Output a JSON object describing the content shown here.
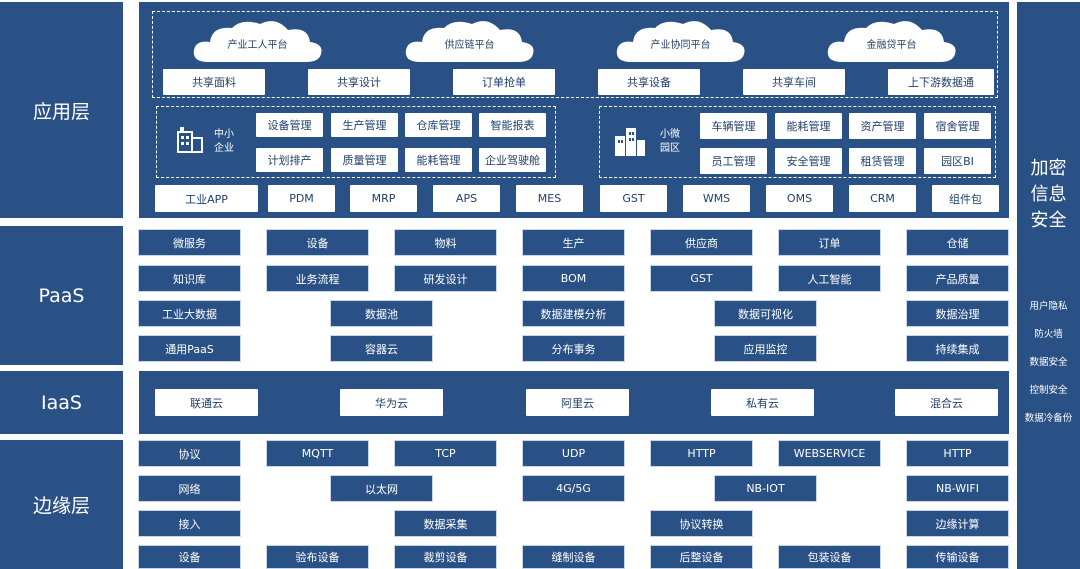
{
  "layers": {
    "app": "应用层",
    "paas": "PaaS",
    "iaas": "IaaS",
    "edge": "边缘层"
  },
  "platforms": [
    "产业工人平台",
    "供应链平台",
    "产业协同平台",
    "金融贷平台"
  ],
  "shared_services": [
    "共享面料",
    "共享设计",
    "订单抢单",
    "共享设备",
    "共享车间",
    "上下游数据通"
  ],
  "sme": {
    "label": "中小\n企业",
    "items": [
      "设备管理",
      "生产管理",
      "仓库管理",
      "智能报表",
      "计划排产",
      "质量管理",
      "能耗管理",
      "企业驾驶舱"
    ]
  },
  "park": {
    "label": "小微\n园区",
    "items": [
      "车辆管理",
      "能耗管理",
      "资产管理",
      "宿舍管理",
      "员工管理",
      "安全管理",
      "租赁管理",
      "园区BI"
    ]
  },
  "apps": [
    "工业APP",
    "PDM",
    "MRP",
    "APS",
    "MES",
    "GST",
    "WMS",
    "OMS",
    "CRM",
    "组件包"
  ],
  "paas_rows": [
    [
      "微服务",
      "设备",
      "物料",
      "生产",
      "供应商",
      "订单",
      "仓储"
    ],
    [
      "知识库",
      "业务流程",
      "研发设计",
      "BOM",
      "GST",
      "人工智能",
      "产品质量"
    ],
    [
      "工业大数据",
      "数据池",
      "数据建模分析",
      "数据可视化",
      "数据治理"
    ],
    [
      "通用PaaS",
      "容器云",
      "分布事务",
      "应用监控",
      "持续集成"
    ]
  ],
  "iaas_items": [
    "联通云",
    "华为云",
    "阿里云",
    "私有云",
    "混合云"
  ],
  "edge_rows": [
    [
      "协议",
      "MQTT",
      "TCP",
      "UDP",
      "HTTP",
      "WEBSERVICE",
      "HTTP"
    ],
    [
      "网络",
      "以太网",
      "4G/5G",
      "NB-IOT",
      "NB-WIFI"
    ],
    [
      "接入",
      "数据采集",
      "协议转换",
      "边缘计算"
    ],
    [
      "设备",
      "验布设备",
      "裁剪设备",
      "缝制设备",
      "后整设备",
      "包装设备",
      "传输设备"
    ]
  ],
  "security": {
    "title_lines": [
      "加密",
      "信息",
      "安全"
    ],
    "items": [
      "用户隐私",
      "防火墙",
      "数据安全",
      "控制安全",
      "数据冷备份"
    ]
  },
  "colors": {
    "primary": "#2a5185",
    "text_dark": "#1f3f6b",
    "background": "#ffffff"
  }
}
